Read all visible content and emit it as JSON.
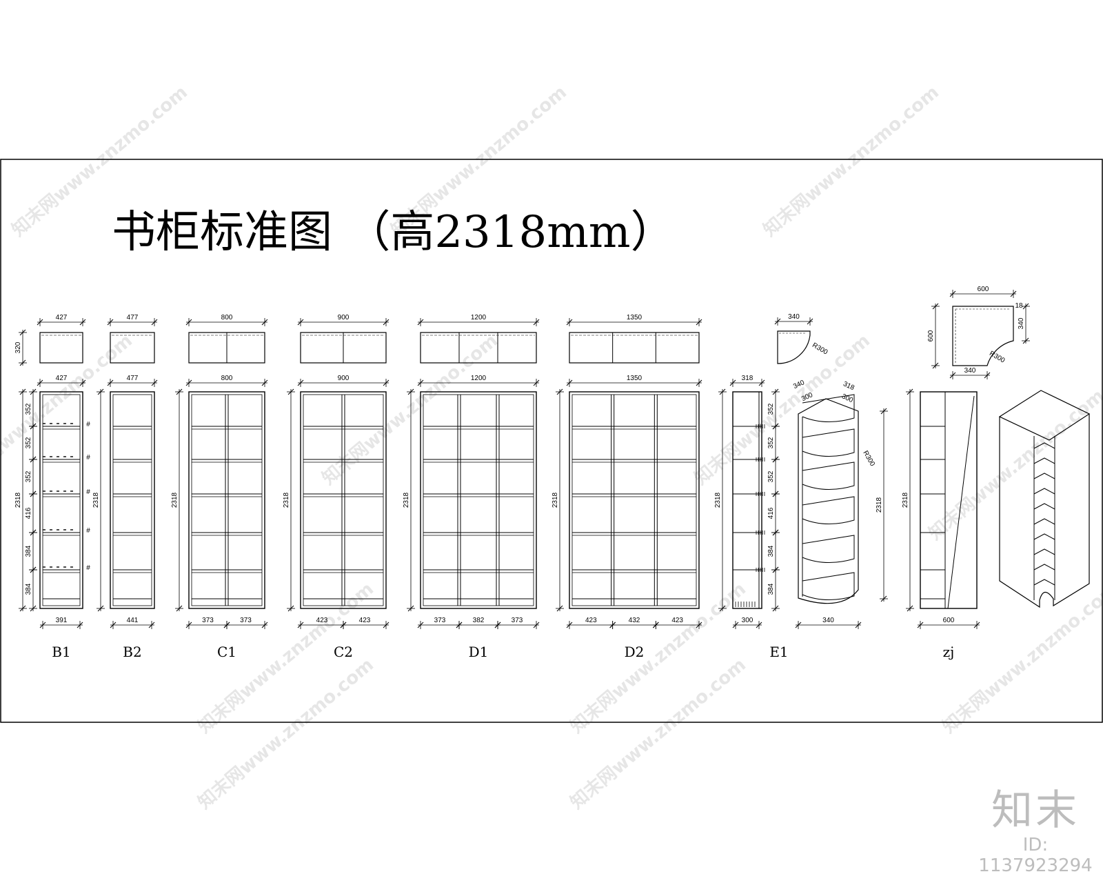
{
  "drawing": {
    "title": "书柜标准图 （高2318mm）",
    "height_dim": "2318",
    "cabinets": [
      {
        "label": "B1",
        "top_width": "427",
        "top_depth": "320",
        "front_width": "427",
        "inner_width": "391",
        "shelves": [
          "352",
          "352",
          "352",
          "416",
          "384",
          "384"
        ],
        "cols": 1
      },
      {
        "label": "B2",
        "top_width": "477",
        "front_width": "477",
        "inner_width": "441",
        "cols": 1
      },
      {
        "label": "C1",
        "top_width": "800",
        "front_width": "800",
        "bottom_segments": [
          "373",
          "373"
        ],
        "cols": 2
      },
      {
        "label": "C2",
        "top_width": "900",
        "front_width": "900",
        "bottom_segments": [
          "423",
          "423"
        ],
        "cols": 2
      },
      {
        "label": "D1",
        "top_width": "1200",
        "front_width": "1200",
        "bottom_segments": [
          "373",
          "382",
          "373"
        ],
        "cols": 3
      },
      {
        "label": "D2",
        "top_width": "1350",
        "front_width": "1350",
        "bottom_segments": [
          "423",
          "432",
          "423"
        ],
        "cols": 3
      },
      {
        "label": "E1",
        "top_width": "340",
        "top_radius": "R300",
        "front_width": "318",
        "bottom_width": "300",
        "shelves": [
          "352",
          "352",
          "352",
          "416",
          "384",
          "384"
        ],
        "iso_dims": [
          "340",
          "300",
          "318",
          "300"
        ],
        "iso_radius": "R300",
        "iso_bottom": "340"
      },
      {
        "label": "zj",
        "top_width": "600",
        "top_depth": "600",
        "top_side": "340",
        "top_small": "18",
        "top_bottom": "340",
        "top_radius": "R300",
        "bottom_width": "600"
      }
    ]
  },
  "watermark": "知末网www.znzmo.com",
  "brand": {
    "logo": "知末",
    "id": "ID: 1137923294"
  }
}
